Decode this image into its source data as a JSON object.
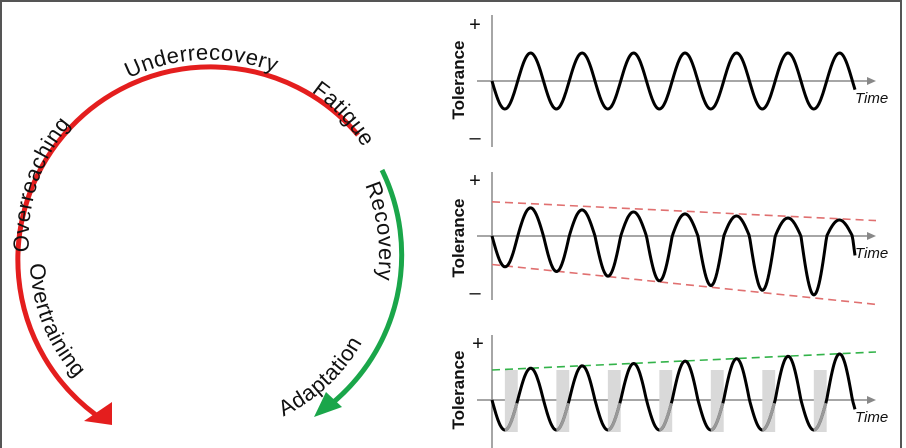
{
  "cycle_diagram": {
    "red_arc_labels": [
      "Fatigue",
      "Underrecovery",
      "Overreaching",
      "Overtraining"
    ],
    "green_arc_labels": [
      "Recovery",
      "Adaptation"
    ],
    "colors": {
      "red": "#e41e1e",
      "green": "#1aa64a"
    }
  },
  "chart_data": [
    {
      "type": "line",
      "title": "",
      "ylabel": "Tolerance",
      "xlabel": "Time",
      "y_positive_label": "+",
      "y_negative_label": "–",
      "cycles": 7,
      "amplitude": 0.5,
      "amplitude_trend": {
        "peak_start": 0.5,
        "peak_end": 0.5,
        "trough_start": -0.5,
        "trough_end": -0.5
      },
      "ylim": [
        -1,
        1
      ],
      "envelope": null,
      "recovery_bars": false
    },
    {
      "type": "line",
      "title": "",
      "ylabel": "Tolerance",
      "xlabel": "Time",
      "y_positive_label": "+",
      "y_negative_label": "–",
      "cycles": 7,
      "amplitude_trend": {
        "peak_start": 0.52,
        "peak_end": 0.27,
        "trough_start": -0.52,
        "trough_end": -1.1
      },
      "ylim": [
        -1.2,
        1.2
      ],
      "envelope": {
        "color": "#e07070",
        "upper": [
          0.6,
          0.27
        ],
        "lower": [
          -0.5,
          -1.2
        ]
      },
      "recovery_bars": false
    },
    {
      "type": "line",
      "title": "",
      "ylabel": "Tolerance",
      "xlabel": "Time",
      "y_positive_label": "+",
      "y_negative_label": "",
      "cycles": 7,
      "amplitude_trend": {
        "peak_start": 0.5,
        "peak_end": 0.78,
        "trough_start": -0.5,
        "trough_end": -0.5
      },
      "ylim": [
        -1,
        1.2
      ],
      "envelope": {
        "color": "#33b34a",
        "upper": [
          0.5,
          0.8
        ],
        "lower": null
      },
      "recovery_bars": true,
      "bar_color": "#d9d9d9"
    }
  ]
}
